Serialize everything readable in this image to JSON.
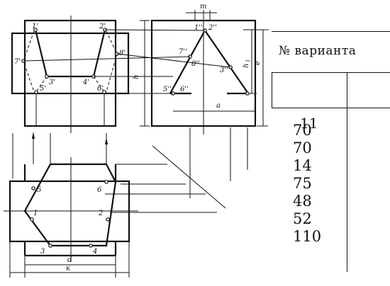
{
  "drawing": {
    "point_labels": {
      "front": [
        "1'",
        "2'",
        "3'",
        "4'",
        "5'",
        "6'",
        "7'",
        "8'"
      ],
      "side": [
        "1''",
        "2''",
        "3''",
        "5''",
        "6''",
        "7''",
        "8''"
      ],
      "plan": [
        "1",
        "2",
        "3",
        "4",
        "5",
        "6"
      ]
    },
    "dimension_labels": {
      "m": "m",
      "h": "h",
      "h1": "h",
      "h1_sub": "1",
      "e": "e",
      "a": "a",
      "d": "d",
      "k": "к"
    }
  },
  "table": {
    "title": "№ варианта",
    "variant": "11",
    "values": [
      "70",
      "70",
      "14",
      "75",
      "48",
      "52",
      "110"
    ]
  }
}
